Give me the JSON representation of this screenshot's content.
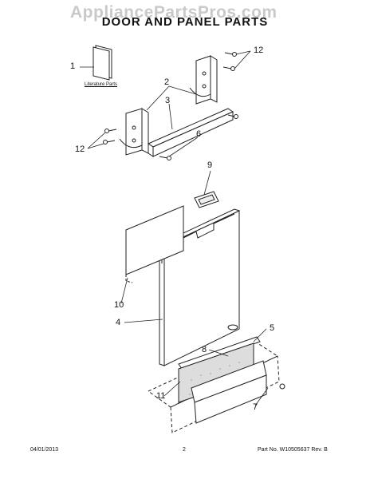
{
  "watermark": "AppliancePartsPros.com",
  "title": "DOOR AND PANEL PARTS",
  "literature_label": "Literature Parts",
  "callouts": {
    "c1": "1",
    "c2": "2",
    "c3": "3",
    "c4": "4",
    "c5": "5",
    "c6": "6",
    "c7": "7",
    "c8": "8",
    "c9": "9",
    "c10": "10",
    "c11": "11",
    "c12a": "12",
    "c12b": "12"
  },
  "footer": {
    "date": "04/01/2013",
    "page": "2",
    "part_no": "Part No. W10505637 Rev. B"
  }
}
